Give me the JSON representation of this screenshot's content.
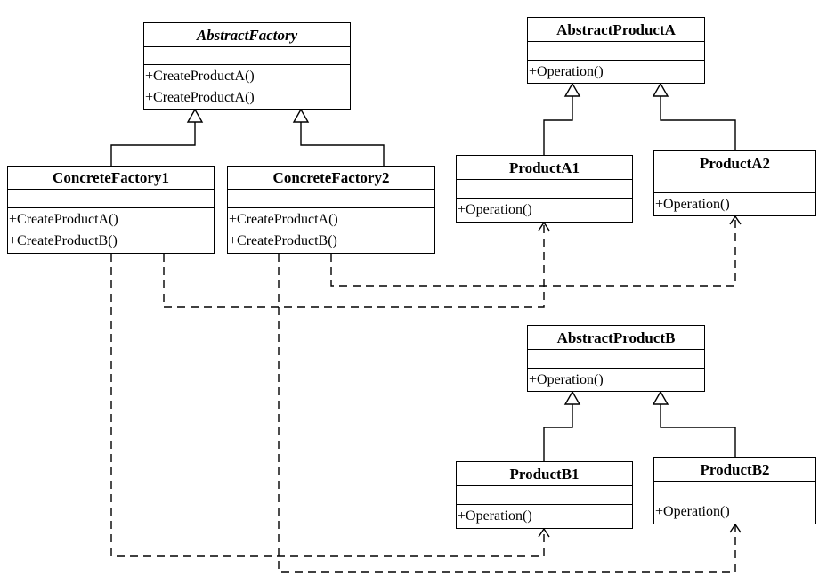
{
  "classes": {
    "abstract_factory": {
      "name": "AbstractFactory",
      "operations": [
        "+CreateProductA()",
        "+CreateProductA()"
      ]
    },
    "concrete_factory_1": {
      "name": "ConcreteFactory1",
      "operations": [
        "+CreateProductA()",
        "+CreateProductB()"
      ]
    },
    "concrete_factory_2": {
      "name": "ConcreteFactory2",
      "operations": [
        "+CreateProductA()",
        "+CreateProductB()"
      ]
    },
    "abstract_product_a": {
      "name": "AbstractProductA",
      "operations": [
        "+Operation()"
      ]
    },
    "product_a1": {
      "name": "ProductA1",
      "operations": [
        "+Operation()"
      ]
    },
    "product_a2": {
      "name": "ProductA2",
      "operations": [
        "+Operation()"
      ]
    },
    "abstract_product_b": {
      "name": "AbstractProductB",
      "operations": [
        "+Operation()"
      ]
    },
    "product_b1": {
      "name": "ProductB1",
      "operations": [
        "+Operation()"
      ]
    },
    "product_b2": {
      "name": "ProductB2",
      "operations": [
        "+Operation()"
      ]
    }
  },
  "relationships": [
    {
      "type": "generalization",
      "from": "concrete_factory_1",
      "to": "abstract_factory"
    },
    {
      "type": "generalization",
      "from": "concrete_factory_2",
      "to": "abstract_factory"
    },
    {
      "type": "generalization",
      "from": "product_a1",
      "to": "abstract_product_a"
    },
    {
      "type": "generalization",
      "from": "product_a2",
      "to": "abstract_product_a"
    },
    {
      "type": "generalization",
      "from": "product_b1",
      "to": "abstract_product_b"
    },
    {
      "type": "generalization",
      "from": "product_b2",
      "to": "abstract_product_b"
    },
    {
      "type": "dependency",
      "from": "concrete_factory_1",
      "to": "product_a1"
    },
    {
      "type": "dependency",
      "from": "concrete_factory_1",
      "to": "product_b1"
    },
    {
      "type": "dependency",
      "from": "concrete_factory_2",
      "to": "product_a2"
    },
    {
      "type": "dependency",
      "from": "concrete_factory_2",
      "to": "product_b2"
    }
  ]
}
